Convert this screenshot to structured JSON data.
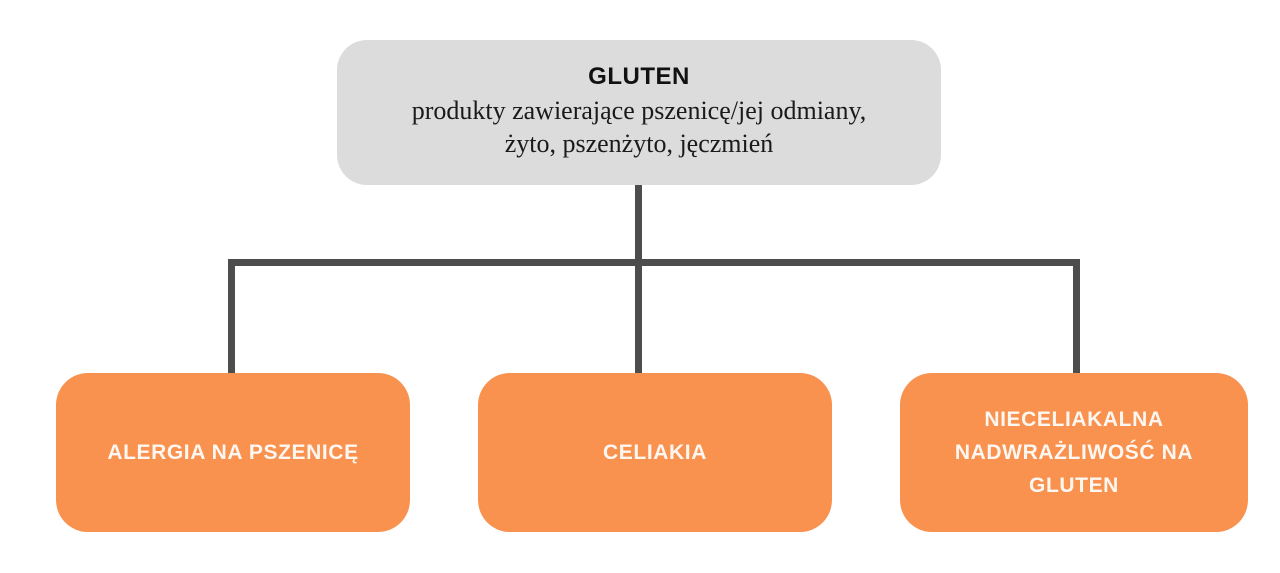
{
  "diagram": {
    "type": "hierarchy-tree",
    "title": "Gluten-related disorders tree",
    "colors": {
      "background": "#ffffff",
      "root_fill": "#dcdcdc",
      "root_text": "#111111",
      "leaf_fill": "#f9914f",
      "leaf_text": "#fdf7f2",
      "connector": "#4d4d4d"
    },
    "root": {
      "title": "GLUTEN",
      "description": "produkty zawierające pszenicę/jej odmiany,\nżyto, pszenżyto, jęczmień"
    },
    "children": [
      {
        "id": "alergia",
        "label": "ALERGIA NA PSZENICĘ"
      },
      {
        "id": "celiakia",
        "label": "CELIAKIA"
      },
      {
        "id": "nadwrazliwosc",
        "label": "NIECELIAKALNA\nNADWRAŻLIWOŚĆ NA\nGLUTEN"
      }
    ]
  }
}
